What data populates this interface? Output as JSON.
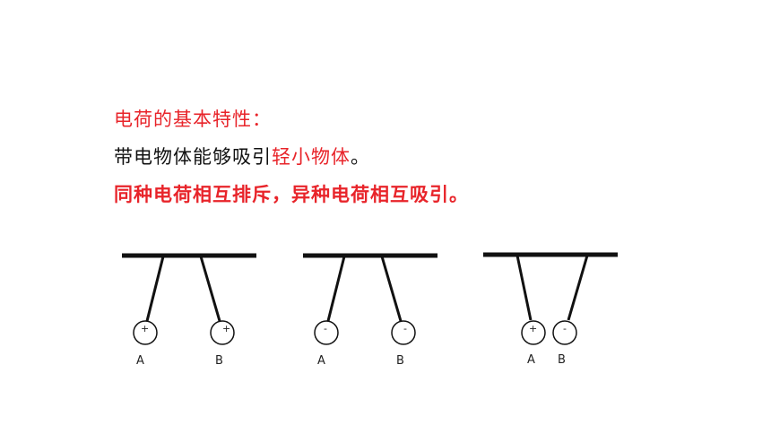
{
  "text": {
    "heading": "电荷的基本特性：",
    "line2_prefix": "带电物体能够吸引",
    "line2_highlight": "轻小物体",
    "line2_suffix": "。",
    "rule": "同种电荷相互排斥，异种电荷相互吸引。"
  },
  "colors": {
    "accent_red": "#e8242a",
    "text": "#111111",
    "ink": "#111111"
  },
  "diagrams": [
    {
      "balls": [
        {
          "label": "A",
          "charge": "+"
        },
        {
          "label": "B",
          "charge": "+"
        }
      ]
    },
    {
      "balls": [
        {
          "label": "A",
          "charge": "-"
        },
        {
          "label": "B",
          "charge": "-"
        }
      ]
    },
    {
      "balls": [
        {
          "label": "A",
          "charge": "+"
        },
        {
          "label": "B",
          "charge": "-"
        }
      ]
    }
  ]
}
